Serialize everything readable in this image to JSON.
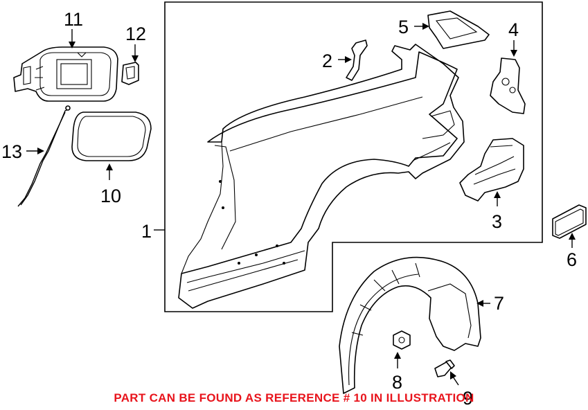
{
  "callouts": {
    "c1": "1",
    "c2": "2",
    "c3": "3",
    "c4": "4",
    "c5": "5",
    "c6": "6",
    "c7": "7",
    "c8": "8",
    "c9": "9",
    "c10": "10",
    "c11": "11",
    "c12": "12",
    "c13": "13"
  },
  "note": {
    "text": "PART CAN BE FOUND AS REFERENCE # 10 IN ILLUSTRATION",
    "color": "#e8141c"
  }
}
